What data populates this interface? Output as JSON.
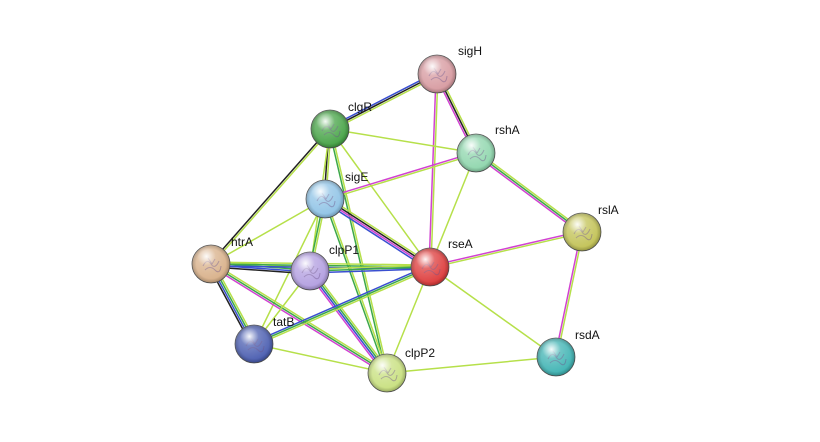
{
  "network": {
    "nodes": [
      {
        "id": "sigH",
        "label": "sigH",
        "color": "#d79aa0"
      },
      {
        "id": "clgR",
        "label": "clgR",
        "color": "#46a346"
      },
      {
        "id": "rshA",
        "label": "rshA",
        "color": "#8fd6ad"
      },
      {
        "id": "sigE",
        "label": "sigE",
        "color": "#8fc3e6"
      },
      {
        "id": "rslA",
        "label": "rslA",
        "color": "#c2c255"
      },
      {
        "id": "htrA",
        "label": "htrA",
        "color": "#d8b089"
      },
      {
        "id": "clpP1",
        "label": "clpP1",
        "color": "#b29ee0"
      },
      {
        "id": "rseA",
        "label": "rseA",
        "color": "#dd3b3b"
      },
      {
        "id": "tatB",
        "label": "tatB",
        "color": "#4a5db0"
      },
      {
        "id": "rsdA",
        "label": "rsdA",
        "color": "#3fb3b3"
      },
      {
        "id": "clpP2",
        "label": "clpP2",
        "color": "#c8e07f"
      }
    ],
    "edges": [
      {
        "from": "sigH",
        "to": "clgR",
        "colors": [
          "#b6e04a",
          "#222222",
          "#3a4fd0"
        ]
      },
      {
        "from": "sigH",
        "to": "rshA",
        "colors": [
          "#b6e04a",
          "#222222",
          "#d142d1"
        ]
      },
      {
        "from": "sigH",
        "to": "rseA",
        "colors": [
          "#b6e04a",
          "#d142d1"
        ]
      },
      {
        "from": "clgR",
        "to": "rshA",
        "colors": [
          "#b6e04a"
        ]
      },
      {
        "from": "clgR",
        "to": "sigE",
        "colors": [
          "#b6e04a",
          "#222222"
        ]
      },
      {
        "from": "clgR",
        "to": "htrA",
        "colors": [
          "#b6e04a",
          "#222222"
        ]
      },
      {
        "from": "clgR",
        "to": "clpP1",
        "colors": [
          "#b6e04a"
        ]
      },
      {
        "from": "clgR",
        "to": "rseA",
        "colors": [
          "#b6e04a"
        ]
      },
      {
        "from": "clgR",
        "to": "clpP2",
        "colors": [
          "#b6e04a",
          "#3da84a"
        ]
      },
      {
        "from": "rshA",
        "to": "sigE",
        "colors": [
          "#b6e04a",
          "#d142d1"
        ]
      },
      {
        "from": "rshA",
        "to": "rslA",
        "colors": [
          "#b6e04a",
          "#3da84a",
          "#d142d1"
        ]
      },
      {
        "from": "rshA",
        "to": "rseA",
        "colors": [
          "#b6e04a"
        ]
      },
      {
        "from": "sigE",
        "to": "htrA",
        "colors": [
          "#b6e04a"
        ]
      },
      {
        "from": "sigE",
        "to": "clpP1",
        "colors": [
          "#b6e04a",
          "#3da84a"
        ]
      },
      {
        "from": "sigE",
        "to": "rseA",
        "colors": [
          "#b6e04a",
          "#222222",
          "#d142d1",
          "#3a4fd0"
        ]
      },
      {
        "from": "sigE",
        "to": "tatB",
        "colors": [
          "#b6e04a"
        ]
      },
      {
        "from": "sigE",
        "to": "clpP2",
        "colors": [
          "#b6e04a",
          "#3da84a"
        ]
      },
      {
        "from": "rslA",
        "to": "rseA",
        "colors": [
          "#b6e04a",
          "#d142d1"
        ]
      },
      {
        "from": "rslA",
        "to": "rsdA",
        "colors": [
          "#b6e04a",
          "#d142d1"
        ]
      },
      {
        "from": "htrA",
        "to": "clpP1",
        "colors": [
          "#b6e04a",
          "#3da84a",
          "#3a4fd0",
          "#222222"
        ]
      },
      {
        "from": "htrA",
        "to": "rseA",
        "colors": [
          "#b6e04a",
          "#3da84a",
          "#3a4fd0"
        ]
      },
      {
        "from": "htrA",
        "to": "tatB",
        "colors": [
          "#b6e04a",
          "#3da84a",
          "#3a4fd0",
          "#222222"
        ]
      },
      {
        "from": "htrA",
        "to": "clpP2",
        "colors": [
          "#b6e04a",
          "#3da84a",
          "#d142d1"
        ]
      },
      {
        "from": "clpP1",
        "to": "rseA",
        "colors": [
          "#b6e04a",
          "#3da84a",
          "#3a4fd0"
        ]
      },
      {
        "from": "clpP1",
        "to": "tatB",
        "colors": [
          "#b6e04a"
        ]
      },
      {
        "from": "clpP1",
        "to": "clpP2",
        "colors": [
          "#b6e04a",
          "#3da84a",
          "#3a4fd0",
          "#d142d1"
        ]
      },
      {
        "from": "rseA",
        "to": "tatB",
        "colors": [
          "#b6e04a",
          "#3da84a",
          "#3a4fd0"
        ]
      },
      {
        "from": "rseA",
        "to": "clpP2",
        "colors": [
          "#b6e04a"
        ]
      },
      {
        "from": "rseA",
        "to": "rsdA",
        "colors": [
          "#b6e04a"
        ]
      },
      {
        "from": "tatB",
        "to": "clpP2",
        "colors": [
          "#b6e04a"
        ]
      },
      {
        "from": "clpP2",
        "to": "rsdA",
        "colors": [
          "#b6e04a"
        ]
      }
    ]
  }
}
